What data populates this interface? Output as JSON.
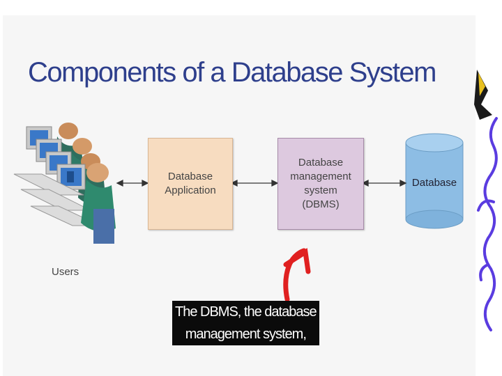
{
  "title": "Components of a Database System",
  "users_label": "Users",
  "application_box": {
    "line1": "Database",
    "line2": "Application"
  },
  "dbms_box": {
    "line1": "Database",
    "line2": "management",
    "line3": "system",
    "line4": "(DBMS)"
  },
  "database_label": "Database",
  "caption": {
    "line1": "The DBMS, the database",
    "line2": "management system,"
  },
  "colors": {
    "title": "#2e3f8c",
    "application_fill": "#f7dcc0",
    "dbms_fill": "#ddc9df",
    "database_fill": "#8dbde4",
    "annotation_arrow": "#e02020",
    "squiggle": "#5a3ce0"
  }
}
